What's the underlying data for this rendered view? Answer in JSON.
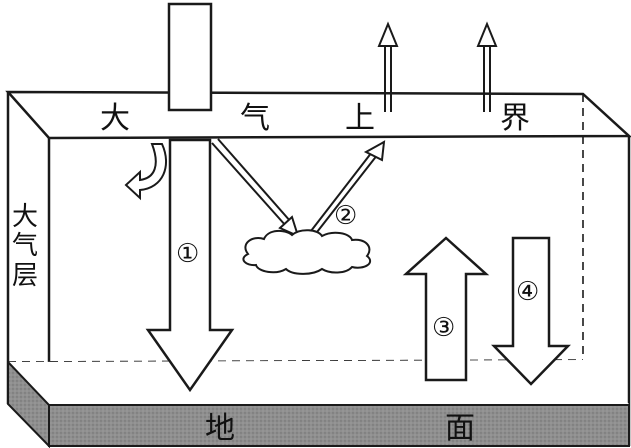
{
  "labels": {
    "top_da": "大",
    "top_qi": "气",
    "top_shang": "上",
    "top_jie": "界",
    "side_da": "大",
    "side_qi": "气",
    "side_ceng": "层",
    "ground_di": "地",
    "ground_mian": "面"
  },
  "markers": {
    "one": "①",
    "two": "②",
    "three": "③",
    "four": "④"
  },
  "colors": {
    "stroke": "#1a1a1a",
    "ground": "#8f8f8f",
    "ground_dark": "#6f6f6f",
    "background": "#ffffff"
  }
}
